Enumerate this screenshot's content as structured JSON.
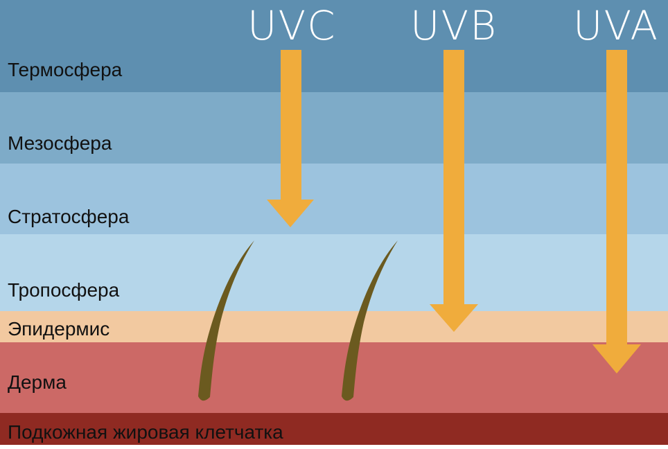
{
  "layers": [
    {
      "id": "thermosphere",
      "label": "Термосфера",
      "color": "#5e8fb0"
    },
    {
      "id": "mesosphere",
      "label": "Мезосфера",
      "color": "#7eabc8"
    },
    {
      "id": "stratosphere",
      "label": "Стратосфера",
      "color": "#9cc3de"
    },
    {
      "id": "troposphere",
      "label": "Тропосфера",
      "color": "#b5d6ea"
    },
    {
      "id": "epidermis",
      "label": "Эпидермис",
      "color": "#f2c9a0"
    },
    {
      "id": "dermis",
      "label": "Дерма",
      "color": "#cc6966"
    },
    {
      "id": "hypodermis",
      "label": "Подкожная жировая клетчатка",
      "color": "#8f2a22"
    }
  ],
  "rays": [
    {
      "id": "uvc",
      "label": "UVC",
      "stops_at": "stratosphere"
    },
    {
      "id": "uvb",
      "label": "UVB",
      "stops_at": "epidermis"
    },
    {
      "id": "uva",
      "label": "UVA",
      "stops_at": "dermis"
    }
  ],
  "colors": {
    "arrow": "#f0ac3c",
    "hair": "#6b5a1f",
    "ray_label": "#ffffff"
  }
}
